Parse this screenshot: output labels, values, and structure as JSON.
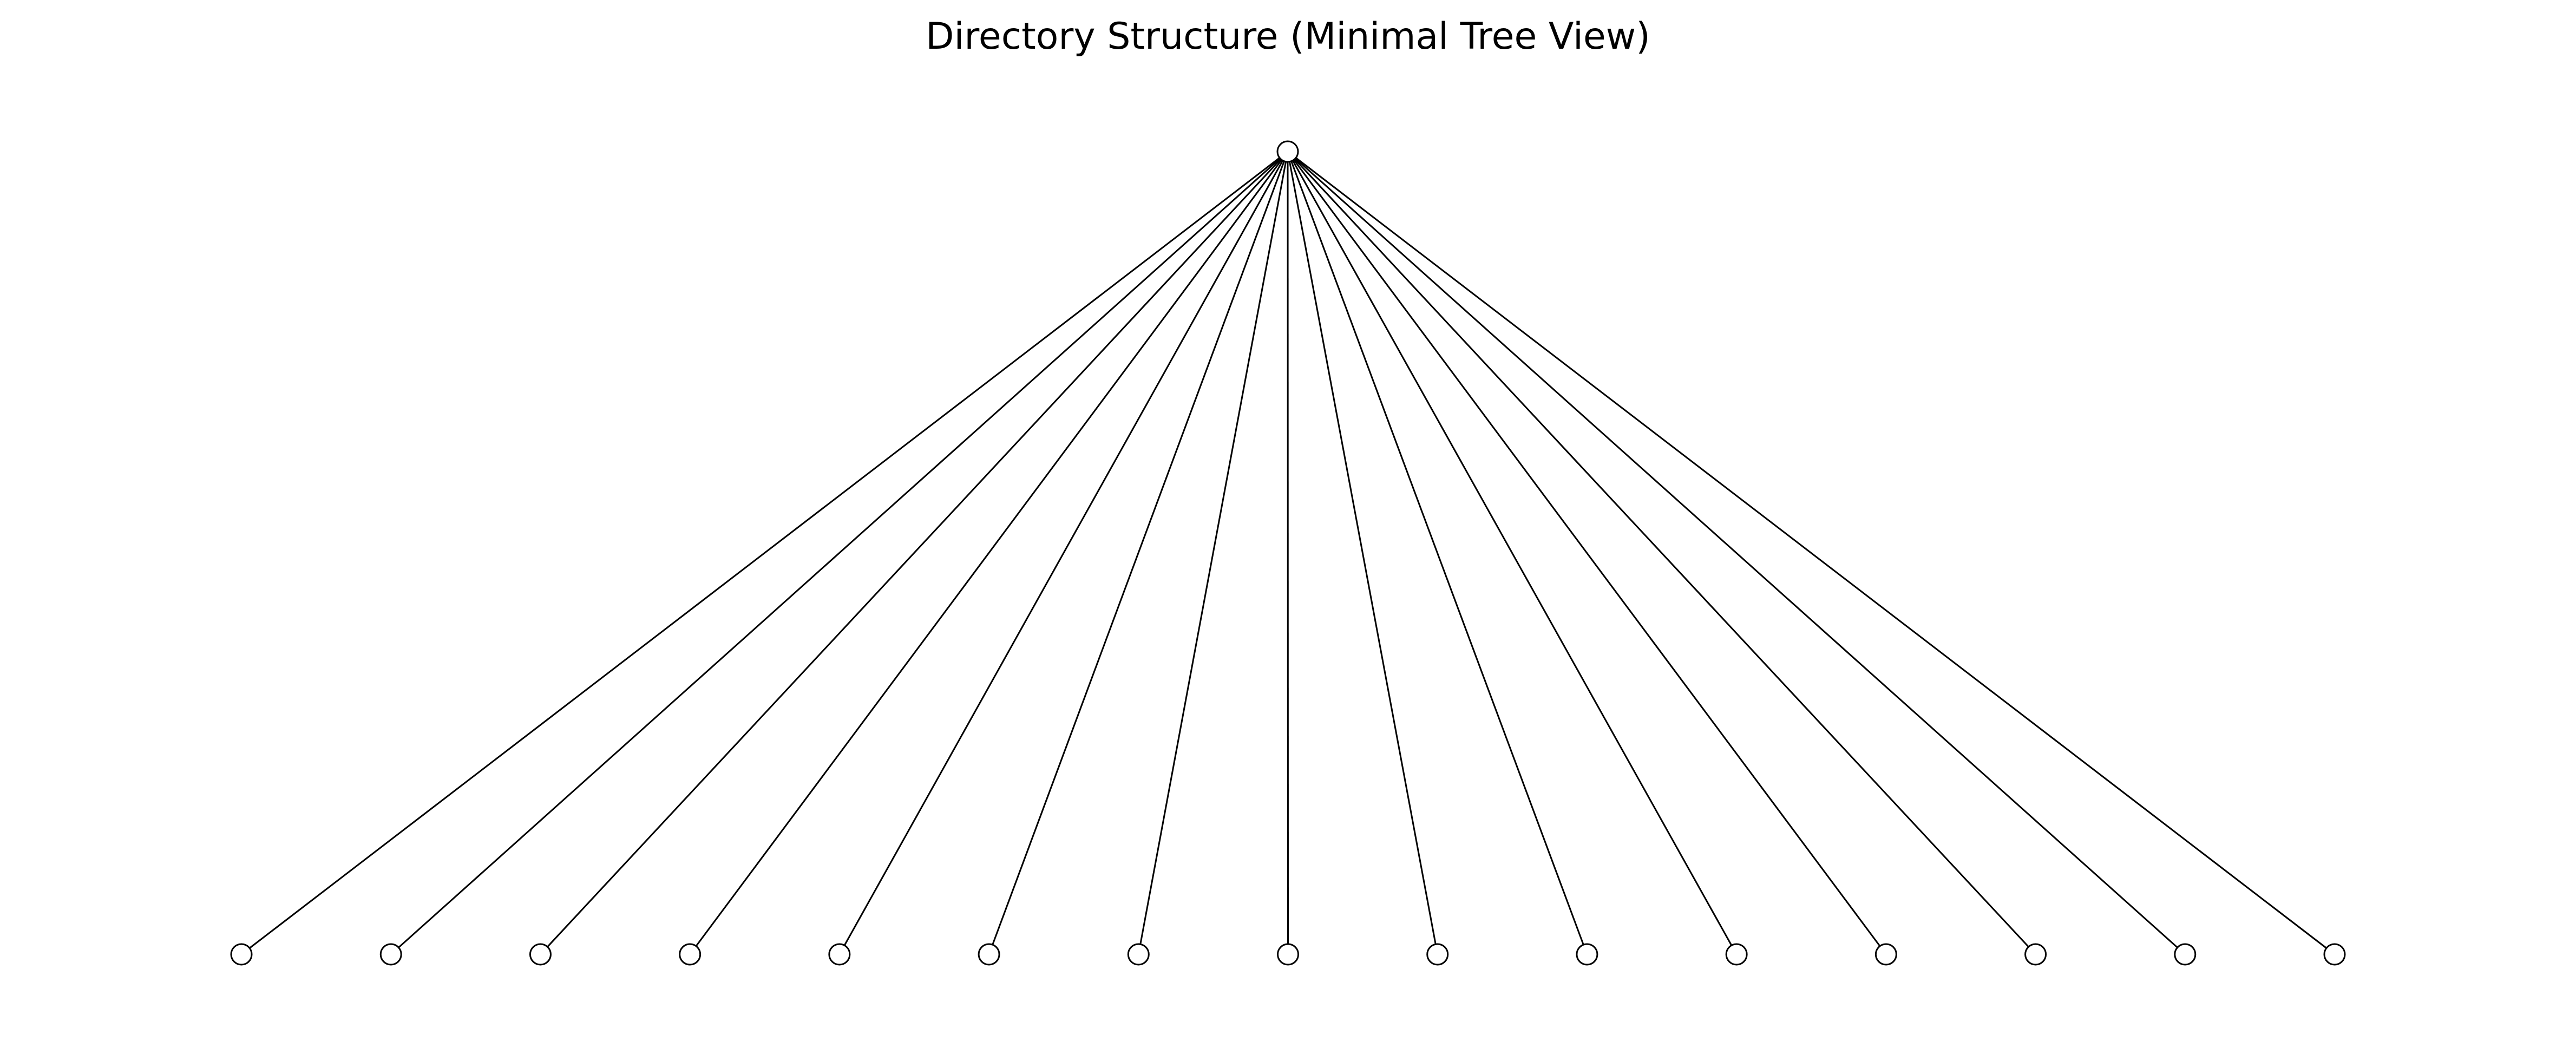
{
  "title": "Directory Structure (Minimal Tree View)",
  "colors": {
    "background": "#ffffff",
    "line": "#000000",
    "node_fill": "#ffffff",
    "node_stroke": "#000000"
  },
  "tree": {
    "root": {
      "id": "root"
    },
    "children": [
      {
        "id": "child-1"
      },
      {
        "id": "child-2"
      },
      {
        "id": "child-3"
      },
      {
        "id": "child-4"
      },
      {
        "id": "child-5"
      },
      {
        "id": "child-6"
      },
      {
        "id": "child-7"
      },
      {
        "id": "child-8"
      },
      {
        "id": "child-9"
      },
      {
        "id": "child-10"
      },
      {
        "id": "child-11"
      },
      {
        "id": "child-12"
      },
      {
        "id": "child-13"
      },
      {
        "id": "child-14"
      },
      {
        "id": "child-15"
      }
    ]
  }
}
